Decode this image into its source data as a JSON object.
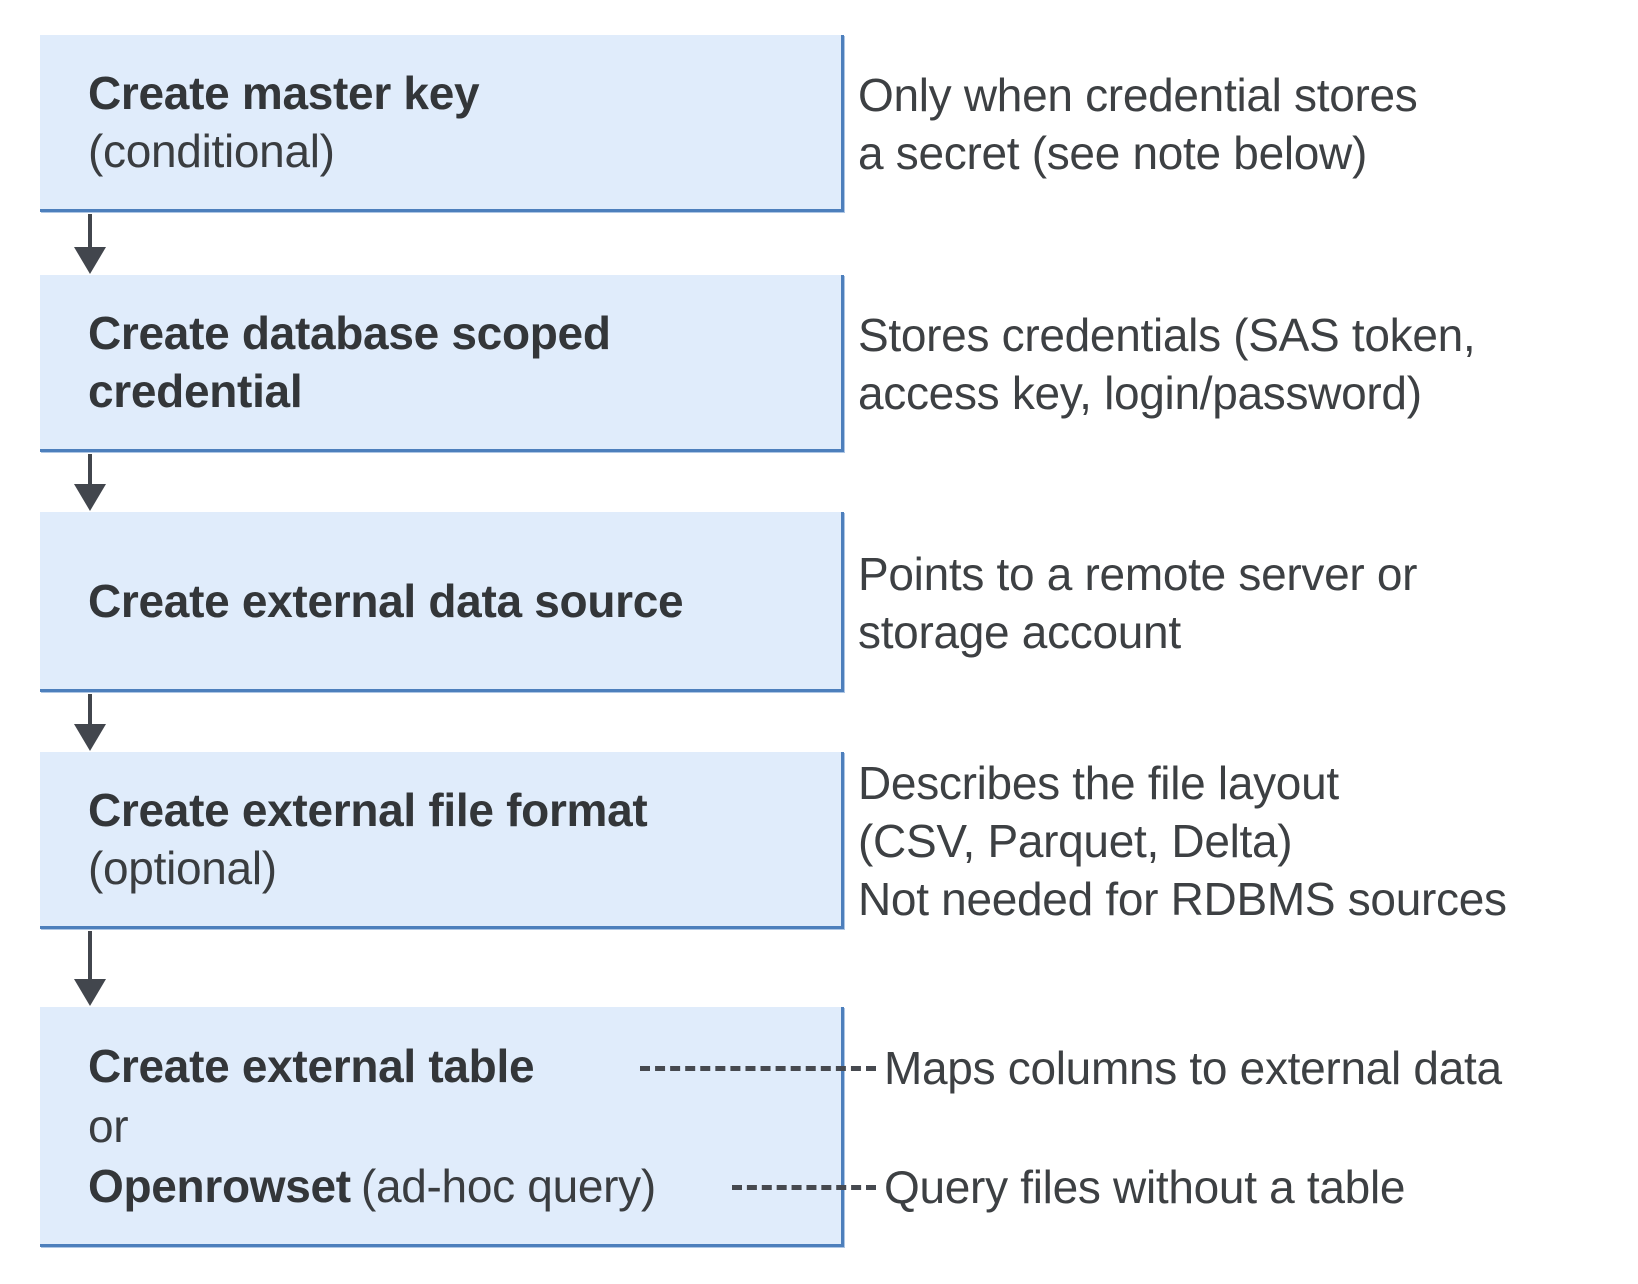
{
  "diagram": {
    "colors": {
      "box_fill": "#e0ecfb",
      "box_border": "#4d7fbc",
      "connector": "#42464d",
      "text": "#3a3a3a"
    },
    "steps": [
      {
        "title": "Create master key",
        "subtitle": "(conditional)",
        "note_line1": "Only when credential stores",
        "note_line2": "a secret (see note below)"
      },
      {
        "title_line1": "Create database scoped",
        "title_line2": "credential",
        "note_line1": "Stores credentials (SAS token,",
        "note_line2": "access key, login/password)"
      },
      {
        "title": "Create external data source",
        "note_line1": "Points to a remote server or",
        "note_line2": "storage account"
      },
      {
        "title": "Create external file format",
        "subtitle": "(optional)",
        "note_line1": "Describes the file layout",
        "note_line2": "(CSV, Parquet, Delta)",
        "note_line3": "Not needed for RDBMS sources"
      },
      {
        "title": "Create external table",
        "or_label": "or",
        "alt_title": "Openrowset",
        "alt_suffix": "(ad-hoc query)",
        "note_table": "Maps columns to external data",
        "note_openrowset": "Query files without a table"
      }
    ]
  }
}
